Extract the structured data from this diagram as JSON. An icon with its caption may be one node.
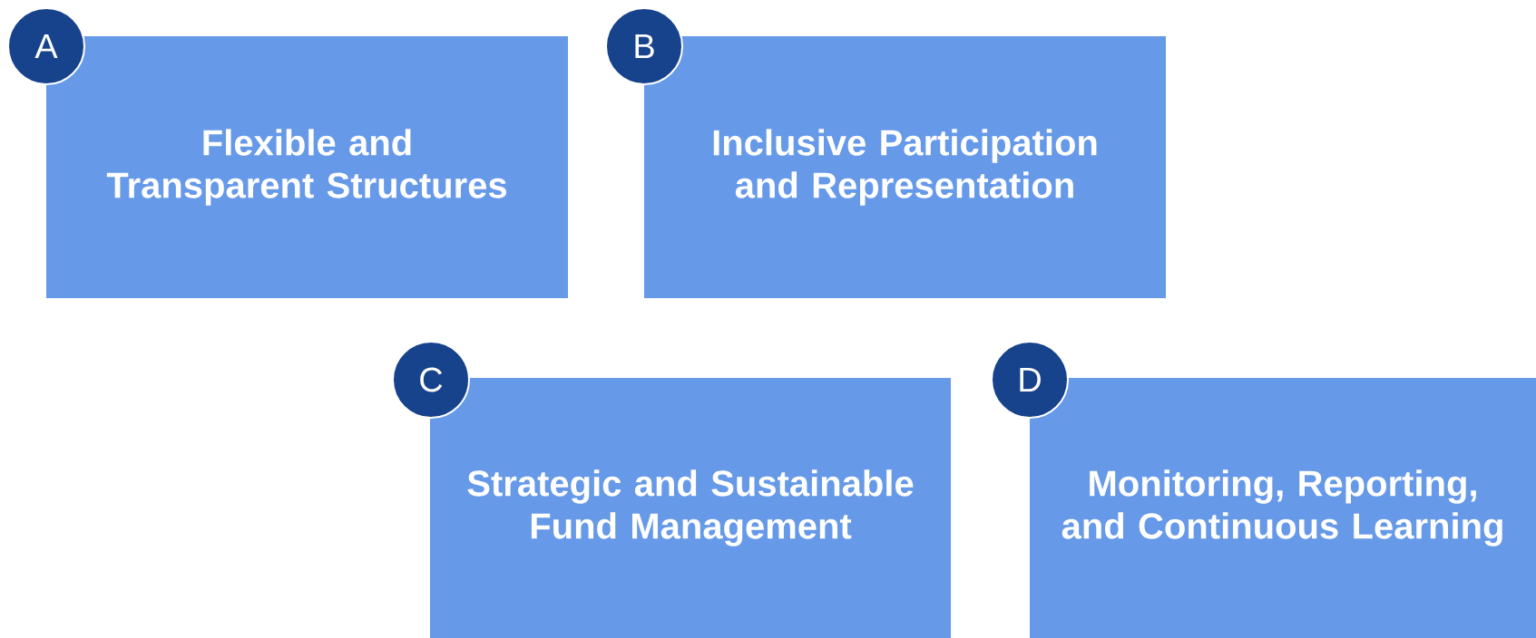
{
  "diagram": {
    "nodes": [
      {
        "text": [
          "Flexible and Transparent Structures"
        ]
      },
      {
        "text": [
          "A"
        ]
      },
      {
        "text": [
          "Inclusive Participation and Representation"
        ]
      },
      {
        "text": [
          "B"
        ]
      },
      {
        "text": [
          "Strategic and Sustainable Fund Management"
        ]
      },
      {
        "text": [
          "C"
        ]
      },
      {
        "text": [
          "Monitoring, Reporting, and Continuous Learning"
        ]
      },
      {
        "text": [
          "D"
        ]
      }
    ]
  }
}
